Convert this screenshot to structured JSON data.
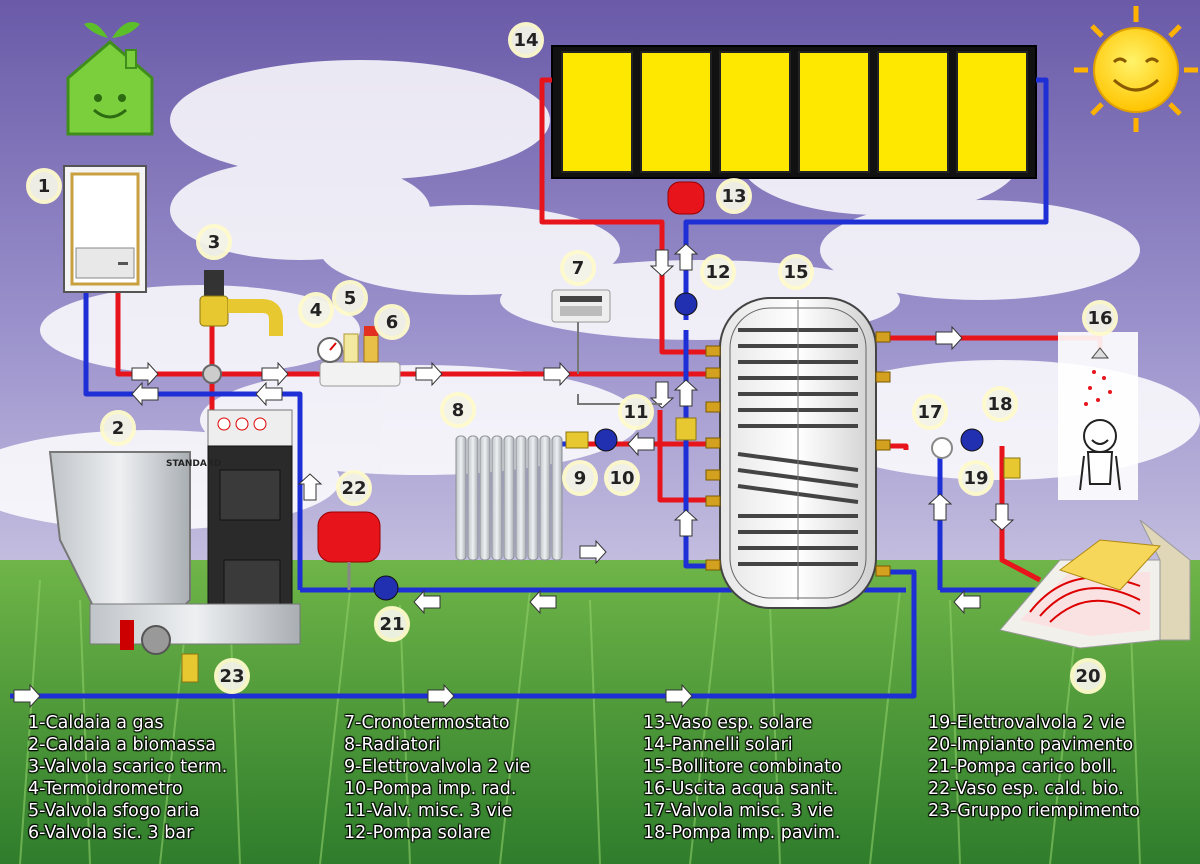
{
  "legend": [
    [
      "1-Caldaia a gas",
      "2-Caldaia a biomassa",
      "3-Valvola scarico term.",
      "4-Termoidrometro",
      "5-Valvola sfogo aria",
      "6-Valvola sic. 3 bar"
    ],
    [
      "7-Cronotermostato",
      "8-Radiatori",
      "9-Elettrovalvola 2 vie",
      "10-Pompa imp. rad.",
      "11-Valv. misc. 3 vie",
      "12-Pompa solare"
    ],
    [
      "13-Vaso esp. solare",
      "14-Pannelli solari",
      "15-Bollitore combinato",
      "16-Uscita acqua sanit.",
      "17-Valvola misc. 3 vie",
      "18-Pompa imp. pavim."
    ],
    [
      "19-Elettrovalvola 2 vie",
      "20-Impianto pavimento",
      "21-Pompa carico boll.",
      "22-Vaso esp. cald. bio.",
      "23-Gruppo riempimento"
    ]
  ],
  "markers": [
    "1",
    "2",
    "3",
    "4",
    "5",
    "6",
    "7",
    "8",
    "9",
    "10",
    "11",
    "12",
    "13",
    "14",
    "15",
    "16",
    "17",
    "18",
    "19",
    "20",
    "21",
    "22",
    "23"
  ],
  "boiler_brand": "STANDARD",
  "colors": {
    "hot_pipe": "#e8141c",
    "cold_pipe": "#1e2fd6",
    "sky": "#7a6bb8",
    "grass": "#4f9a3a",
    "panel": "#ffe800"
  }
}
